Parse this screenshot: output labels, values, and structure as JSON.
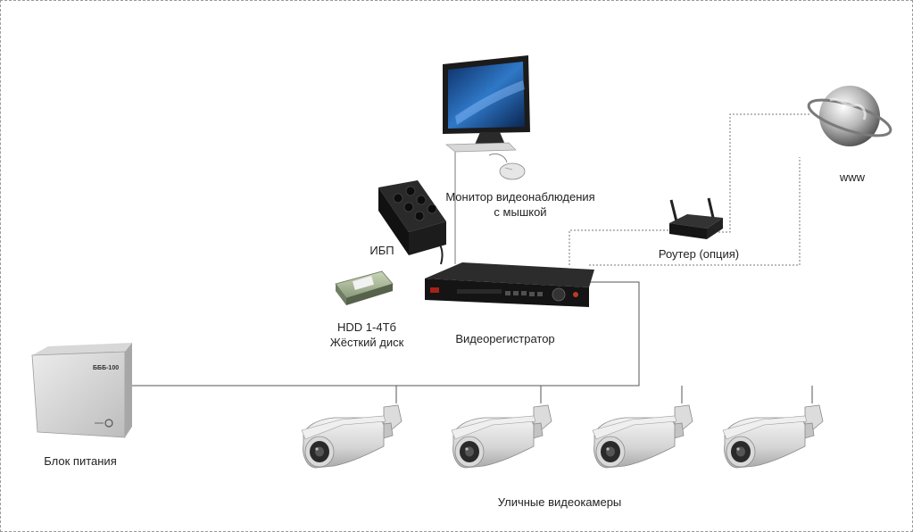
{
  "labels": {
    "monitor": [
      "Монитор видеонаблюдения",
      "с мышкой"
    ],
    "ups": "ИБП",
    "hdd": [
      "HDD 1-4Тб",
      "Жёсткий диск"
    ],
    "dvr": "Видеорегистратор",
    "router": "Роутер (опция)",
    "www": "www",
    "power": "Блок питания",
    "cameras": "Уличные видеокамеры"
  },
  "device_text": {
    "power_box_badge": "БББ-100"
  }
}
